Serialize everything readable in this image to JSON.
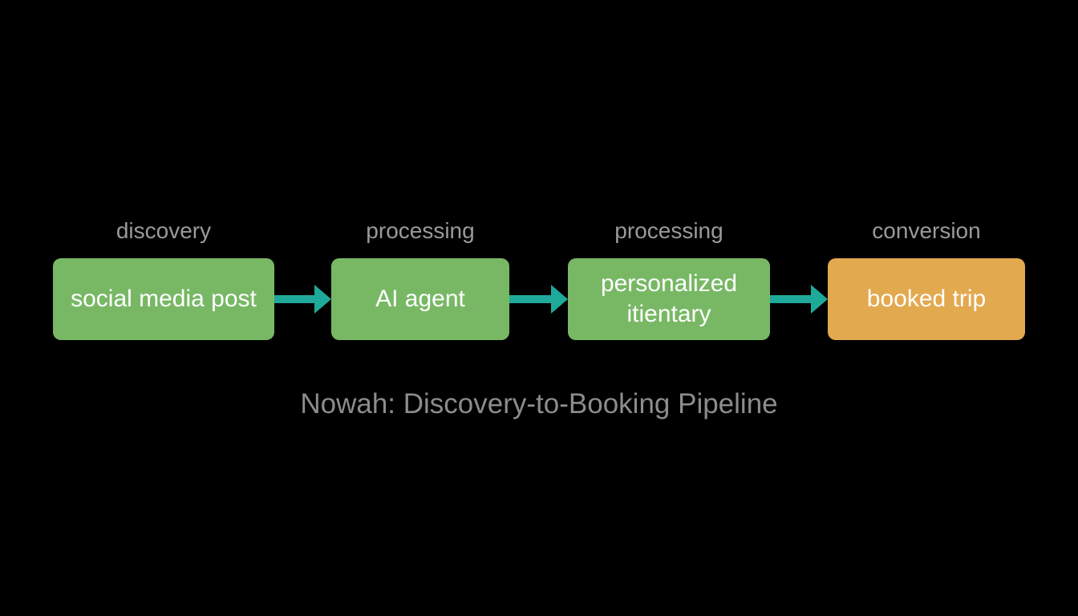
{
  "colors": {
    "background": "#000000",
    "process_node": "#78b865",
    "end_node": "#e3a94f",
    "arrow": "#1fa99a",
    "stage_label": "#9a9a9a",
    "caption": "#8c8c8c",
    "node_text": "#ffffff"
  },
  "stages": [
    {
      "label": "discovery",
      "node": "social media post",
      "kind": "process"
    },
    {
      "label": "processing",
      "node": "AI agent",
      "kind": "process"
    },
    {
      "label": "processing",
      "node": "personalized itientary",
      "kind": "process"
    },
    {
      "label": "conversion",
      "node": "booked trip",
      "kind": "end"
    }
  ],
  "caption": "Nowah: Discovery-to-Booking Pipeline"
}
